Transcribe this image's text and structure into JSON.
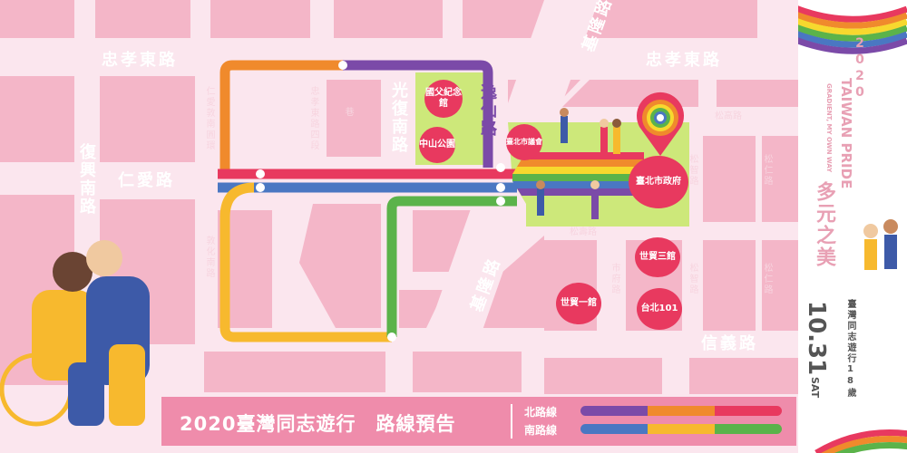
{
  "roads": {
    "zhongxiao_w": "忠孝東路",
    "zhongxiao_e": "忠孝東路",
    "renai": "仁愛路",
    "fuxing_s": "復興南路",
    "guangfu_s": "光復南路",
    "yixian": "逸仙路",
    "keelung": "基隆路",
    "keelung_top": "基隆路",
    "songgao": "松高路",
    "songshou": "松壽路",
    "shizhi_1": "松智路",
    "shizhi_2": "松智路",
    "songren_1": "松仁路",
    "songren_2": "松仁路",
    "shifu": "市府路",
    "dunhua_s": "敦化南路",
    "xinyi": "信義路",
    "renai_circle": "仁愛敦南圓環",
    "alley_a": "忠孝東路四段",
    "alley_b": "巷"
  },
  "landmarks": {
    "sun_yatsen_hall": "國父紀念館",
    "zhongshan_park": "中山公園",
    "city_council": "臺北市議會",
    "city_hall": "臺北市政府",
    "wtc_3": "世貿三館",
    "wtc_1": "世貿一館",
    "taipei101": "台北101"
  },
  "banner": {
    "title": "2020臺灣同志遊行　路線預告",
    "north_label": "北路線",
    "south_label": "南路線"
  },
  "branding": {
    "year": "2020",
    "name": "TAIWAN PRIDE",
    "tagline": "GRADIENT, MY OWN WAY",
    "theme": "多元之美",
    "event": "臺灣同志遊行18歲",
    "date": "10.31",
    "weekday": "SAT"
  },
  "colors": {
    "block": "#f4b6c8",
    "road": "#fbe6ee",
    "green_block": "#cde87a",
    "red_route": "#e8395f",
    "blue_route": "#4a77c2",
    "orange_route": "#f08a2c",
    "purple_route": "#7b4aa8",
    "yellow_route": "#f7b92e",
    "green_route": "#5bb34a",
    "banner": "#ef8cab"
  },
  "legend": {
    "north_route": [
      "purple",
      "orange",
      "red"
    ],
    "south_route": [
      "blue",
      "yellow",
      "green"
    ]
  }
}
